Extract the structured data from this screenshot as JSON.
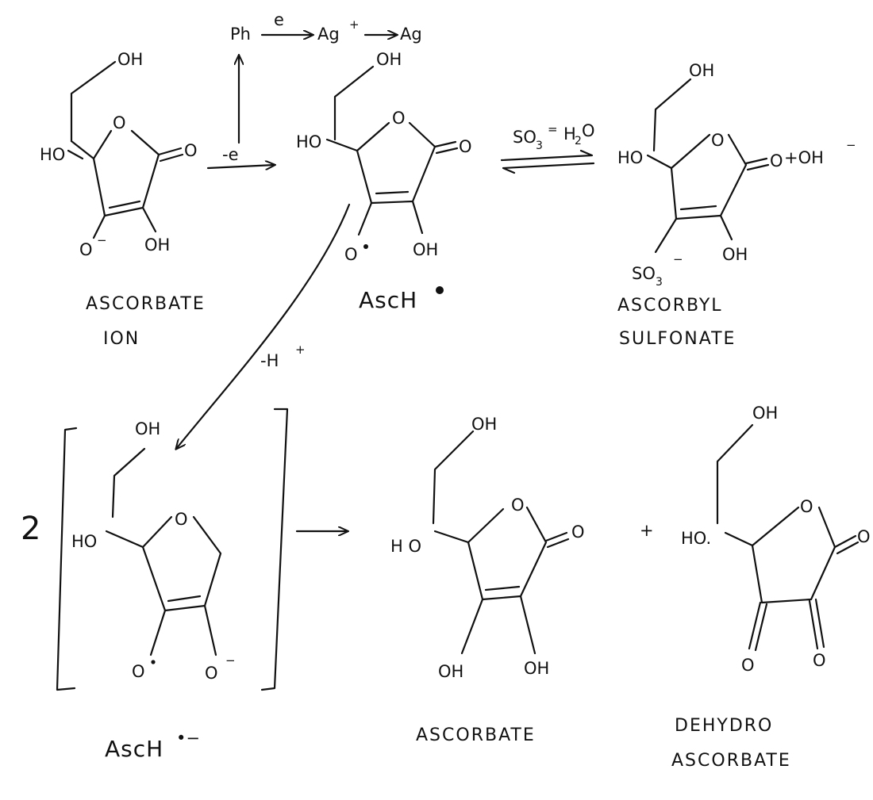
{
  "top_scheme": {
    "redox_chain": {
      "ph": "Ph",
      "e_label": "e",
      "ag_ion": "Ag",
      "ag_ion_charge": "+",
      "ag_metal": "Ag"
    },
    "minus_e": "-e",
    "sulfite_conditions": "SO",
    "sulfite_sub": "3",
    "sulfite_charge": "=",
    "water": "H",
    "water_sub": "2",
    "water_o": "O",
    "plus_hydroxide": "+OH",
    "hydroxide_charge": "−",
    "minus_proton": "-H",
    "proton_charge": "+"
  },
  "molecules": {
    "ascorbate_ion": {
      "label_line1": "ASCORBATE",
      "label_line2": "ION",
      "oh_top": "OH",
      "ho_left": "HO",
      "ring_o": "O",
      "carbonyl_o": "O",
      "o_minus": "O",
      "o_minus_charge": "−",
      "oh_bottom": "OH"
    },
    "asch_radical": {
      "label": "AscH",
      "oh_top": "OH",
      "ho_left": "HO",
      "ring_o": "O",
      "carbonyl_o": "O",
      "o_radical": "O",
      "oh_bottom": "OH"
    },
    "ascorbyl_sulfonate": {
      "label_line1": "ASCORBYL",
      "label_line2": "SULFONATE",
      "oh_top": "OH",
      "ho_left": "HO",
      "ring_o": "O",
      "carbonyl_o": "O",
      "so3": "SO",
      "so3_sub": "3",
      "so3_charge": "−",
      "oh_bottom": "OH"
    },
    "asch_radical_anion": {
      "coefficient": "2",
      "label": "AscH",
      "label_charge": "•−",
      "oh_top": "OH",
      "ho_left": "HO",
      "ring_o": "O",
      "o_radical": "O",
      "o_minus": "O",
      "o_minus_charge": "−"
    },
    "ascorbate": {
      "label": "ASCORBATE",
      "oh_top": "OH",
      "ho_left": "H O",
      "ring_o": "O",
      "carbonyl_o": "O",
      "oh_left": "OH",
      "oh_right": "OH"
    },
    "dehydroascorbate": {
      "label_line1": "DEHYDRO",
      "label_line2": "ASCORBATE",
      "plus": "+",
      "oh_top": "OH",
      "ho_left": "HO.",
      "ring_o": "O",
      "carbonyl_o": "O",
      "keto_o1": "O",
      "keto_o2": "O"
    }
  }
}
